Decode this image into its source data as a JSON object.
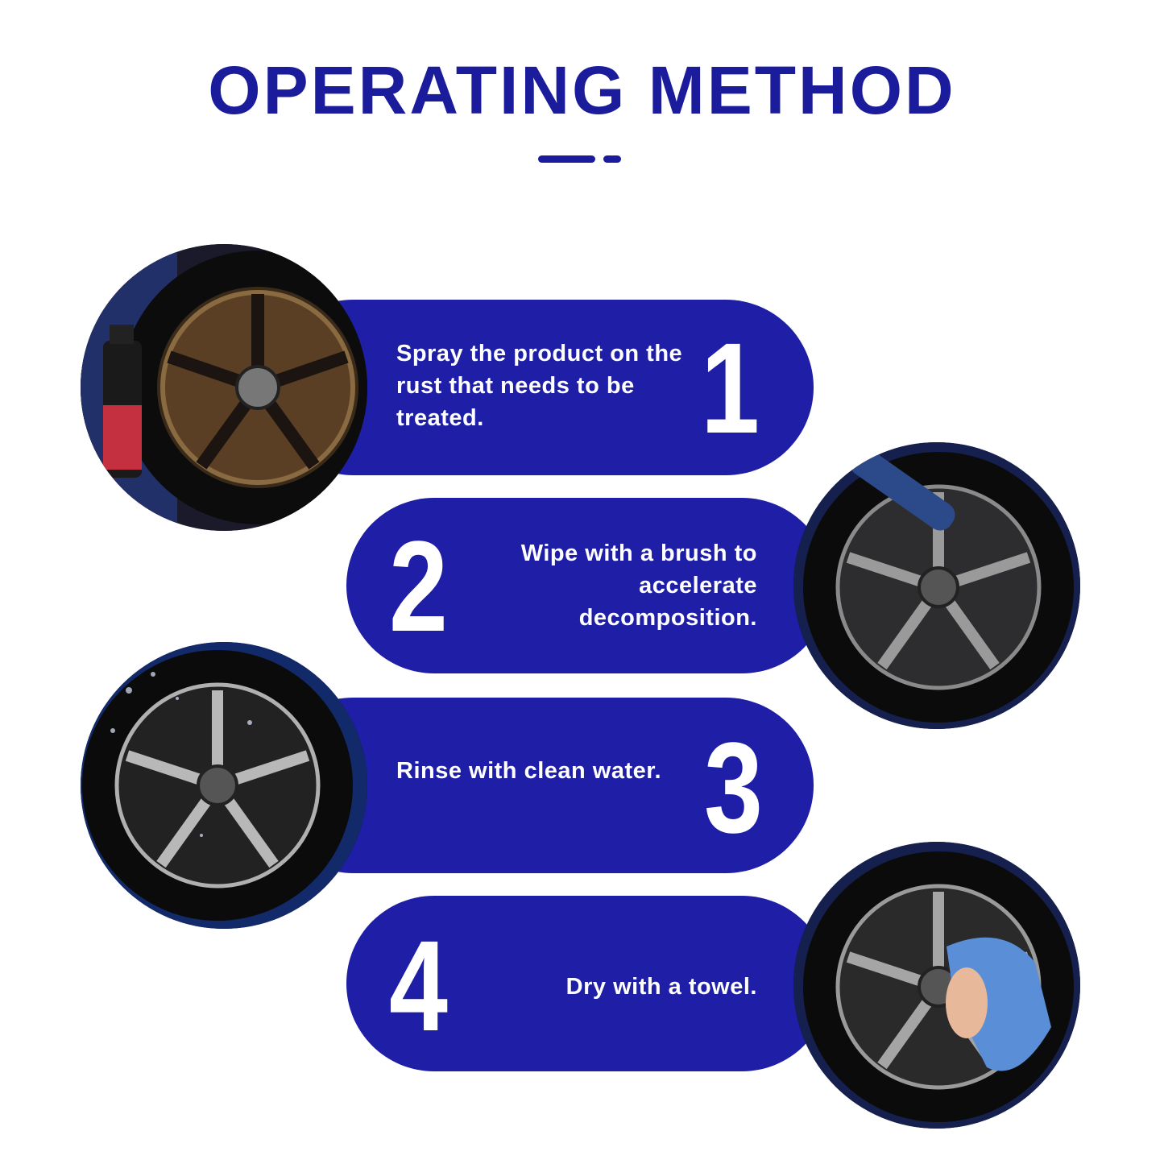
{
  "title": "OPERATING METHOD",
  "colors": {
    "primary_blue": "#1b1c9c",
    "pill_blue": "#1e1fa6",
    "white": "#ffffff"
  },
  "steps": [
    {
      "number": "1",
      "text": "Spray the product on the rust that needs to be treated.",
      "photo": "rusty-wheel-spray-photo"
    },
    {
      "number": "2",
      "text": "Wipe with a brush to accelerate decomposition.",
      "photo": "wheel-brush-photo"
    },
    {
      "number": "3",
      "text": "Rinse with clean water.",
      "photo": "wheel-rinse-photo"
    },
    {
      "number": "4",
      "text": "Dry with a towel.",
      "photo": "wheel-towel-photo"
    }
  ]
}
